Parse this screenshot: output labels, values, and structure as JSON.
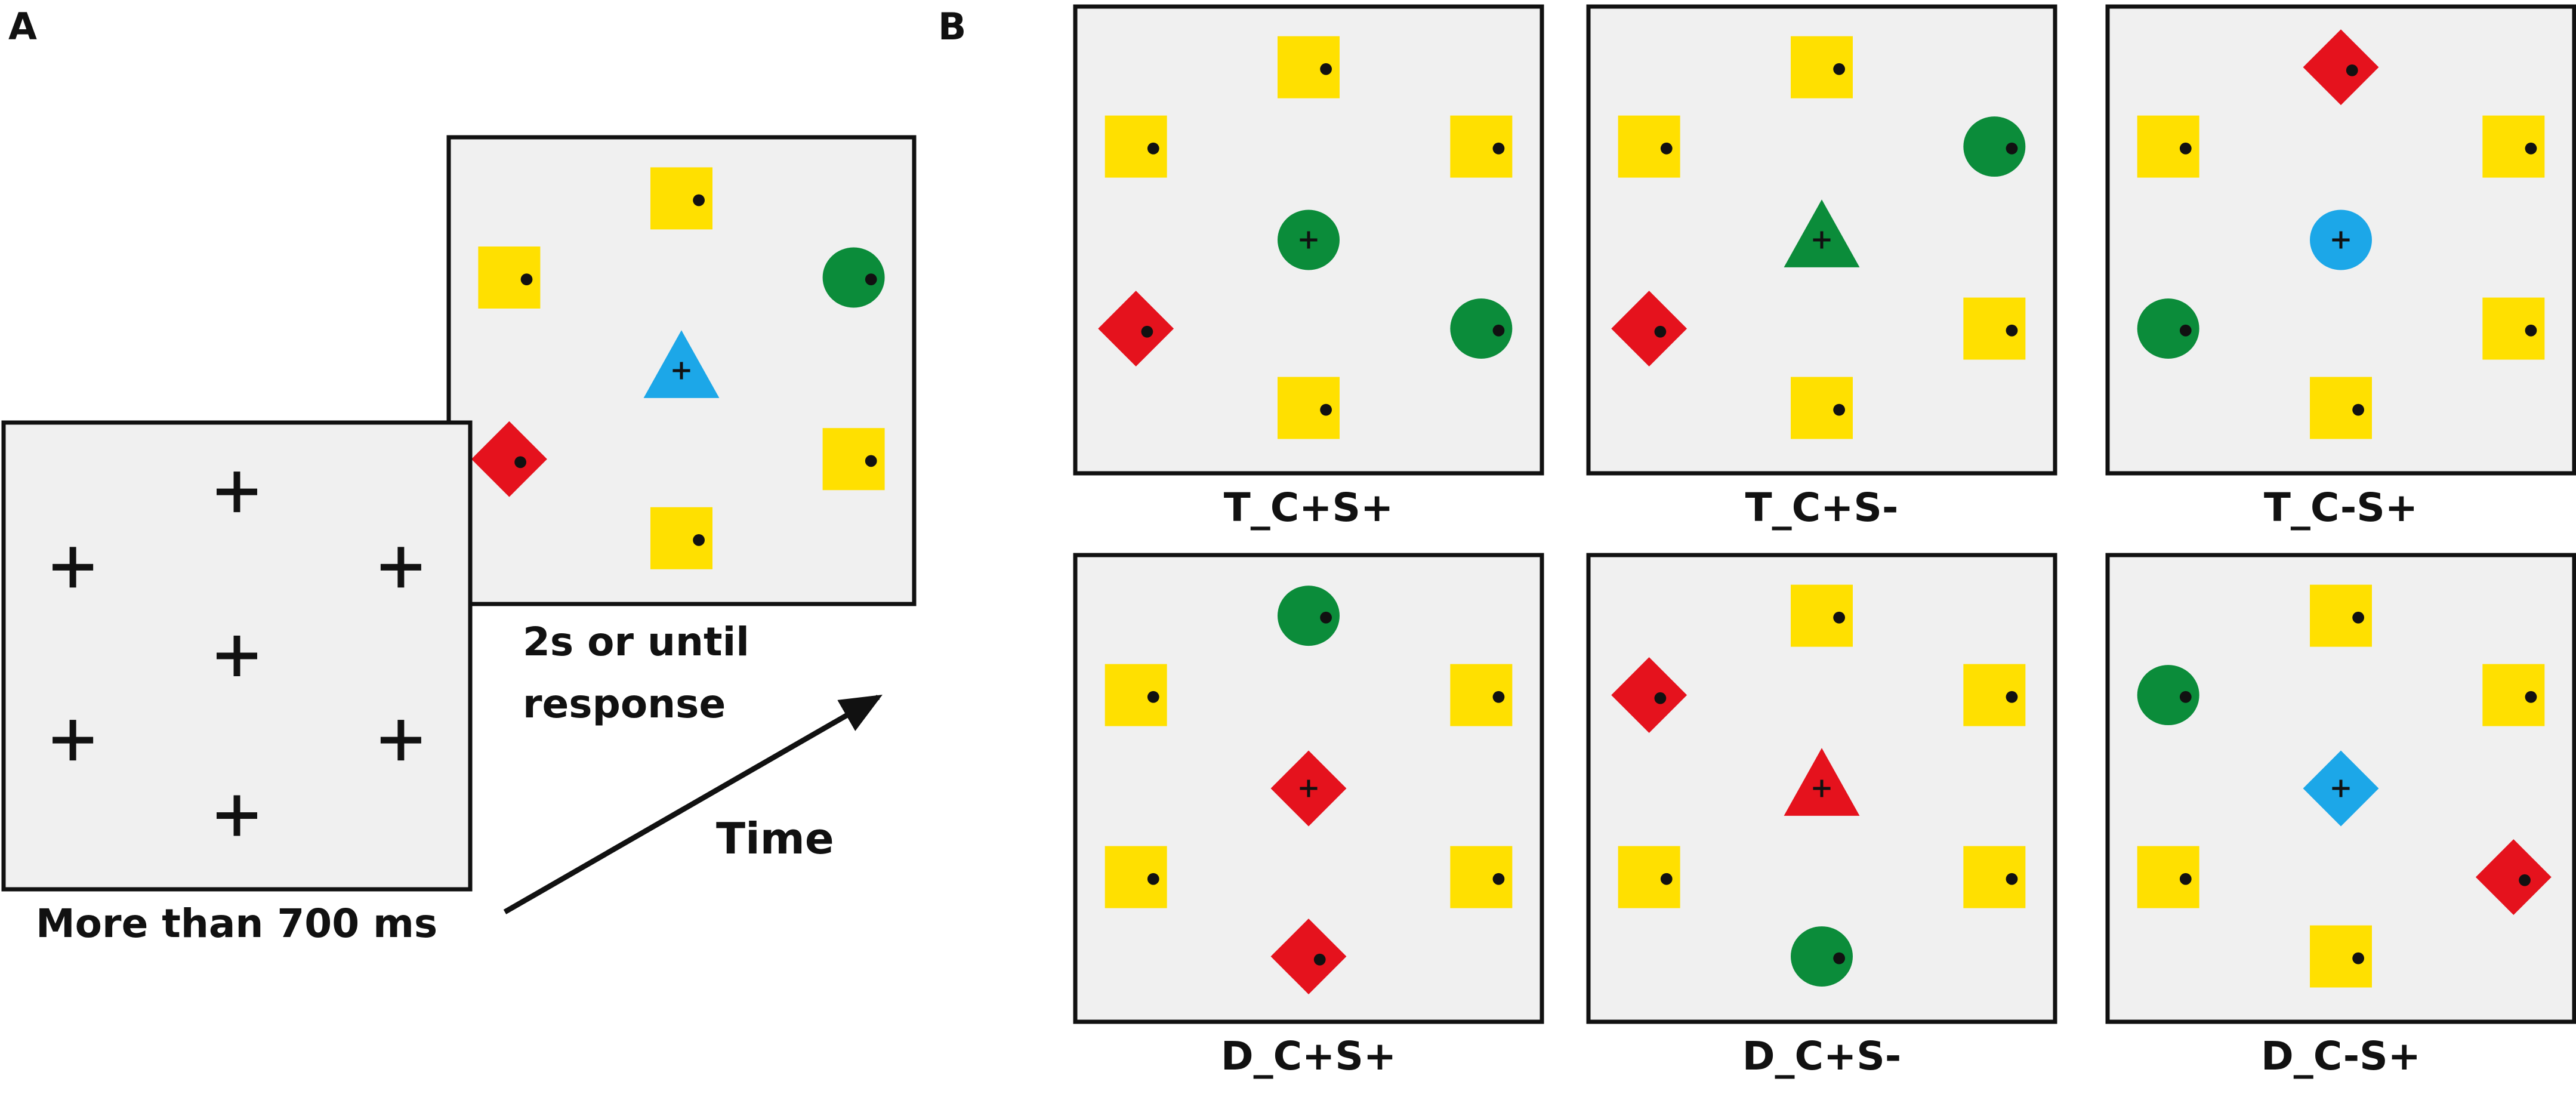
{
  "panel_a": {
    "letter": "A",
    "fixation_caption": "More than 700 ms",
    "search_caption_line1": "2s or until",
    "search_caption_line2": "response",
    "time_label": "Time",
    "search_display": {
      "center": {
        "shape": "triangle",
        "color": "blue",
        "marker": "plus"
      },
      "items": [
        {
          "shape": "square",
          "color": "yellow"
        },
        {
          "shape": "circle",
          "color": "green"
        },
        {
          "shape": "square",
          "color": "yellow"
        },
        {
          "shape": "square",
          "color": "yellow"
        },
        {
          "shape": "diamond",
          "color": "red"
        },
        {
          "shape": "square",
          "color": "yellow"
        }
      ]
    }
  },
  "panel_b": {
    "letter": "B",
    "conditions": [
      {
        "label": "T_C+S+",
        "center": {
          "shape": "circle",
          "color": "green"
        },
        "items": [
          {
            "shape": "square",
            "color": "yellow"
          },
          {
            "shape": "square",
            "color": "yellow"
          },
          {
            "shape": "circle",
            "color": "green"
          },
          {
            "shape": "square",
            "color": "yellow"
          },
          {
            "shape": "diamond",
            "color": "red"
          },
          {
            "shape": "square",
            "color": "yellow"
          }
        ]
      },
      {
        "label": "T_C+S-",
        "center": {
          "shape": "triangle",
          "color": "green"
        },
        "items": [
          {
            "shape": "square",
            "color": "yellow"
          },
          {
            "shape": "circle",
            "color": "green"
          },
          {
            "shape": "square",
            "color": "yellow"
          },
          {
            "shape": "square",
            "color": "yellow"
          },
          {
            "shape": "diamond",
            "color": "red"
          },
          {
            "shape": "square",
            "color": "yellow"
          }
        ]
      },
      {
        "label": "T_C-S+",
        "center": {
          "shape": "circle",
          "color": "blue"
        },
        "items": [
          {
            "shape": "diamond",
            "color": "red"
          },
          {
            "shape": "square",
            "color": "yellow"
          },
          {
            "shape": "square",
            "color": "yellow"
          },
          {
            "shape": "square",
            "color": "yellow"
          },
          {
            "shape": "circle",
            "color": "green"
          },
          {
            "shape": "square",
            "color": "yellow"
          }
        ]
      },
      {
        "label": "D_C+S+",
        "center": {
          "shape": "diamond",
          "color": "red"
        },
        "items": [
          {
            "shape": "circle",
            "color": "green"
          },
          {
            "shape": "square",
            "color": "yellow"
          },
          {
            "shape": "square",
            "color": "yellow"
          },
          {
            "shape": "diamond",
            "color": "red"
          },
          {
            "shape": "square",
            "color": "yellow"
          },
          {
            "shape": "square",
            "color": "yellow"
          }
        ]
      },
      {
        "label": "D_C+S-",
        "center": {
          "shape": "triangle",
          "color": "red"
        },
        "items": [
          {
            "shape": "square",
            "color": "yellow"
          },
          {
            "shape": "square",
            "color": "yellow"
          },
          {
            "shape": "square",
            "color": "yellow"
          },
          {
            "shape": "circle",
            "color": "green"
          },
          {
            "shape": "square",
            "color": "yellow"
          },
          {
            "shape": "diamond",
            "color": "red"
          }
        ]
      },
      {
        "label": "D_C-S+",
        "center": {
          "shape": "diamond",
          "color": "blue"
        },
        "items": [
          {
            "shape": "square",
            "color": "yellow"
          },
          {
            "shape": "square",
            "color": "yellow"
          },
          {
            "shape": "diamond",
            "color": "red"
          },
          {
            "shape": "square",
            "color": "yellow"
          },
          {
            "shape": "square",
            "color": "yellow"
          },
          {
            "shape": "circle",
            "color": "green"
          }
        ]
      }
    ]
  },
  "colors": {
    "yellow": "#FFE000",
    "green": "#0B8C3A",
    "red": "#E5121D",
    "blue": "#1CA7E8",
    "panel_bg": "#F0F0F0",
    "ink": "#111111"
  }
}
